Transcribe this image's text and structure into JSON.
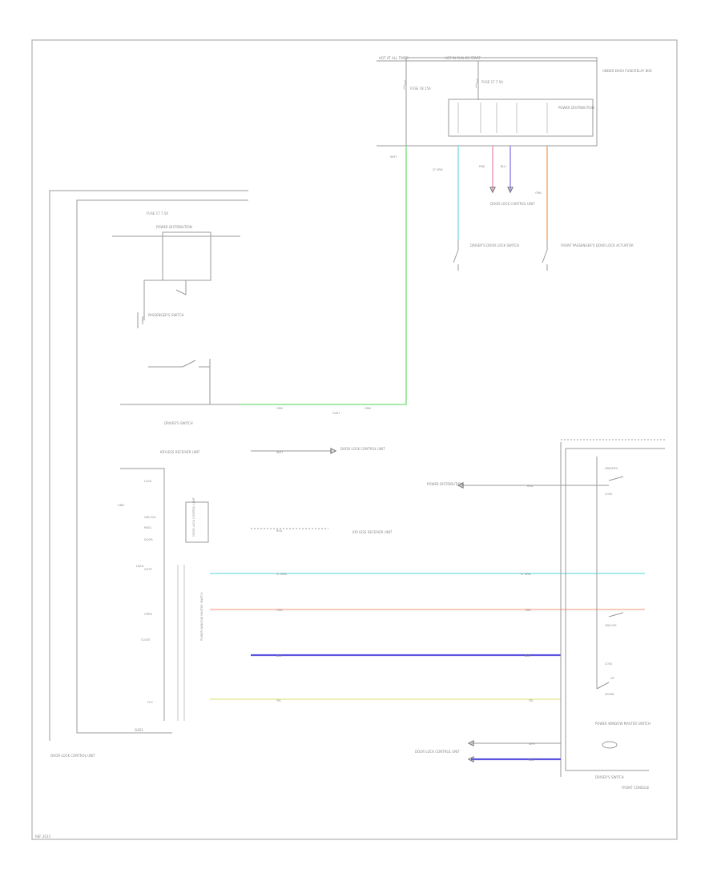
{
  "diagram": {
    "labels": {
      "top_fuse_a": "HOT AT ALL TIMES",
      "top_fuse_b": "HOT IN RUN OR START",
      "fuse_a": "FUSE 18 15A",
      "fuse_b": "FUSE 17 7.5A",
      "under_hood_box": "UNDER-DASH FUSE/RELAY BOX",
      "bcm_pin_ltgrn": "LT GRN",
      "bcm_pin_red": "RED",
      "bcm_pin_orn": "ORN",
      "bcm_pin_blu": "BLU",
      "bcm_pin_yel": "YEL",
      "driver_door": "DRIVER'S DOOR LOCK SWITCH",
      "pass_door": "FRONT PASSENGER'S DOOR LOCK ACTUATOR",
      "power_distr": "POWER DISTRIBUTION",
      "dl_ecu": "DOOR LOCK CONTROL UNIT",
      "pwr_window_master": "POWER WINDOW MASTER SWITCH",
      "pass_switch": "PASSENGER'S SWITCH",
      "gnd": "G401",
      "keyless": "KEYLESS RECEIVER UNIT",
      "driver_sw_panel": "DRIVER'S SWITCH",
      "front_console": "FRONT CONSOLE",
      "reference": "REF 2015"
    },
    "wire_codes": [
      "WHT",
      "LT GRN",
      "PNK",
      "BLU",
      "ORN",
      "YEL",
      "RED",
      "GRN"
    ],
    "colors": {
      "green": "#8fe08f",
      "cyan": "#8fe3e3",
      "pink": "#f2a2c0",
      "purple": "#9a8ff0",
      "orange": "#f5b077",
      "salmon": "#f6b9a0",
      "blue": "#5a52e0",
      "yellow": "#e6ec9a"
    }
  }
}
